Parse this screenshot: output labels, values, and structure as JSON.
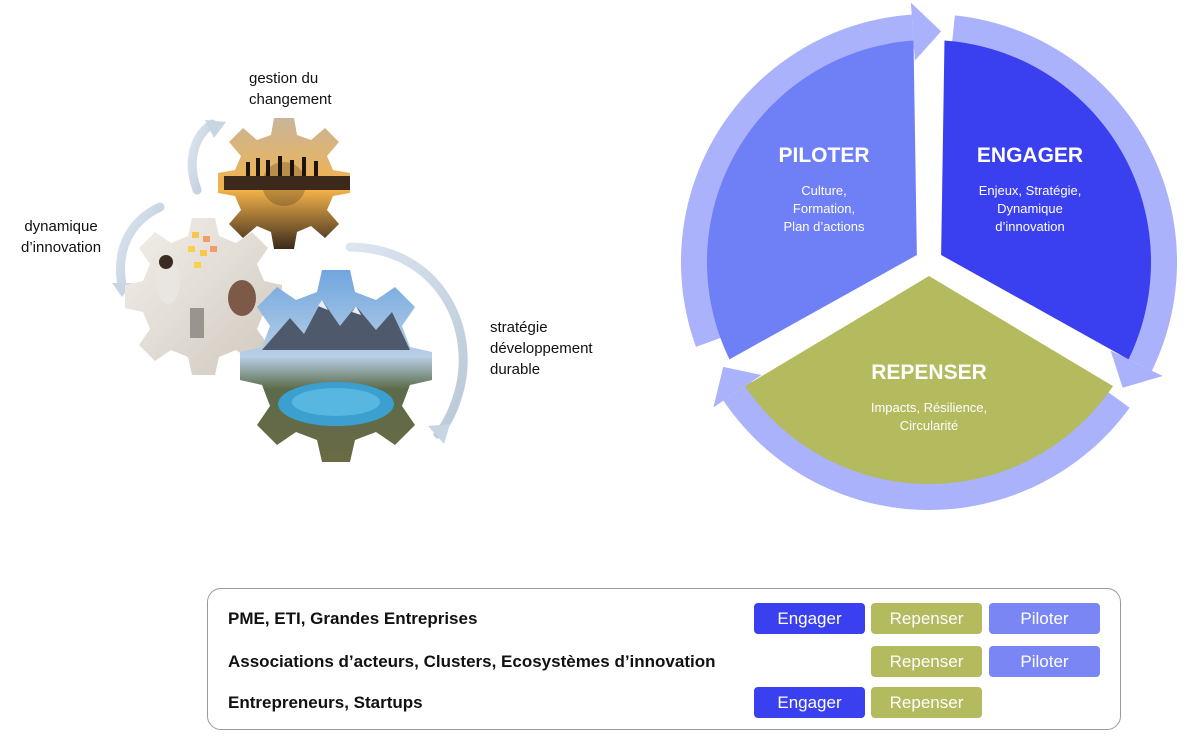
{
  "gears": {
    "labels": {
      "change": [
        "gestion du",
        "changement"
      ],
      "innovation": [
        "dynamique",
        "d’innovation"
      ],
      "strategy": [
        "stratégie",
        "développement",
        "durable"
      ]
    }
  },
  "cycle": {
    "segments": [
      {
        "id": "piloter",
        "title": "PILOTER",
        "lines": [
          "Culture,",
          "Formation,",
          "Plan d’actions"
        ],
        "color": "#6f7ff5"
      },
      {
        "id": "engager",
        "title": "ENGAGER",
        "lines": [
          "Enjeux, Stratégie,",
          "Dynamique",
          "d’innovation"
        ],
        "color": "#3a3ff0"
      },
      {
        "id": "repenser",
        "title": "REPENSER",
        "lines": [
          "Impacts, Résilience,",
          "Circularité"
        ],
        "color": "#b4ba5e"
      }
    ],
    "ring_color": "#a9b2fb"
  },
  "table": {
    "rows": [
      {
        "label": "PME, ETI, Grandes Entreprises",
        "tags": [
          "Engager",
          "Repenser",
          "Piloter"
        ]
      },
      {
        "label": "Associations d’acteurs, Clusters, Ecosystèmes d’innovation",
        "tags": [
          "",
          "Repenser",
          "Piloter"
        ]
      },
      {
        "label": "Entrepreneurs, Startups",
        "tags": [
          "Engager",
          "Repenser",
          ""
        ]
      }
    ],
    "tag_colors": {
      "Engager": "#3a3ff0",
      "Repenser": "#b4ba5e",
      "Piloter": "#7b86f5"
    }
  }
}
